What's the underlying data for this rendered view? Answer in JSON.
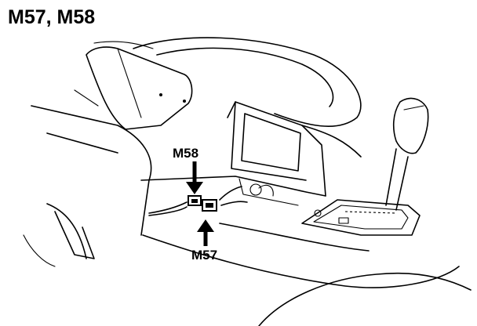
{
  "figure": {
    "title": "M57, M58",
    "callouts": {
      "m58": "M58",
      "m57": "M57"
    }
  }
}
